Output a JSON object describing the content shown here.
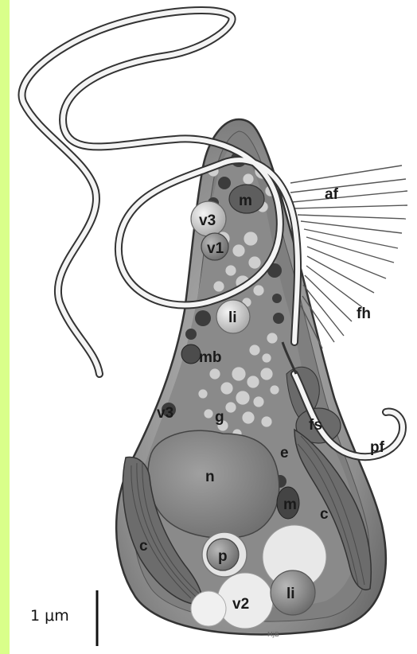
{
  "labels": {
    "af": "af",
    "fh": "fh",
    "m_top": "m",
    "v3_top": "v3",
    "v1": "v1",
    "li_mid": "li",
    "mb": "mb",
    "v3_left": "v3",
    "g": "g",
    "fs": "fs",
    "pf": "pf",
    "e": "e",
    "n": "n",
    "m_right": "m",
    "c_right": "c",
    "c_left": "c",
    "p": "p",
    "v2": "v2",
    "li_bottom": "li"
  },
  "scale_bar": {
    "label": "1 μm"
  },
  "signature": "MJB",
  "colors": {
    "accent_band": "#d9ff8a",
    "cell_body": "#9a9a9a",
    "cell_dark": "#5a5a5a",
    "vacuole_light": "#e6e6e6",
    "flagellum": "#f2f2f2"
  }
}
